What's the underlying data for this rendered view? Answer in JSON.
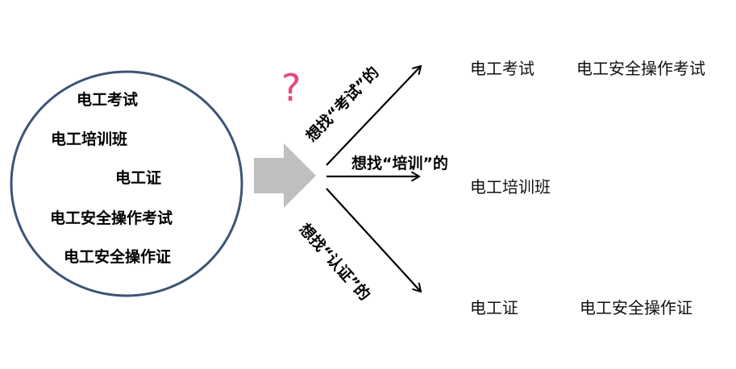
{
  "keywords": [
    "电工考试",
    "电工培训班",
    "电工证",
    "电工安全操作考试",
    "电工安全操作证"
  ],
  "question_mark": "?",
  "branches": {
    "exam": {
      "label": "想找“考试”的",
      "results": [
        "电工考试",
        "电工安全操作考试"
      ]
    },
    "training": {
      "label": "想找“培训”的",
      "results": [
        "电工培训班"
      ]
    },
    "certificate": {
      "label": "想找“认证”的",
      "results": [
        "电工证",
        "电工安全操作证"
      ]
    }
  },
  "colors": {
    "circle_stroke": "#3b5478",
    "block_arrow": "#bfbfbf",
    "question_mark": "#e8497a",
    "line": "#000000"
  }
}
